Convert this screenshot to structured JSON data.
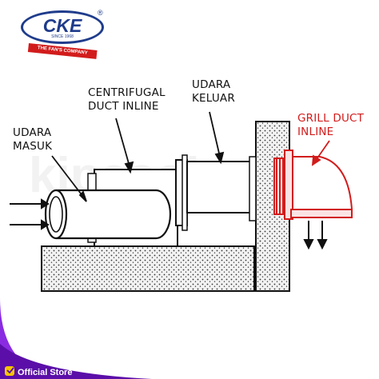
{
  "brand": {
    "logo_text": "CKE",
    "since": "SINCE 1968",
    "tagline": "THE FAN'S COMPANY",
    "registered_mark": "®"
  },
  "labels": {
    "centrifugal_line1": "CENTRIFUGAL",
    "centrifugal_line2": "DUCT INLINE",
    "udara_keluar_line1": "UDARA",
    "udara_keluar_line2": "KELUAR",
    "grill_line1": "GRILL DUCT",
    "grill_line2": "INLINE",
    "udara_masuk_line1": "UDARA",
    "udara_masuk_line2": "MASUK"
  },
  "watermark": "kipasoke",
  "footer": {
    "store_label": "Official Store"
  },
  "colors": {
    "brand_blue": "#1f3c8c",
    "accent_red": "#d21c1c",
    "store_purple": "#8a2be2",
    "wall_fill": "#efefef"
  }
}
